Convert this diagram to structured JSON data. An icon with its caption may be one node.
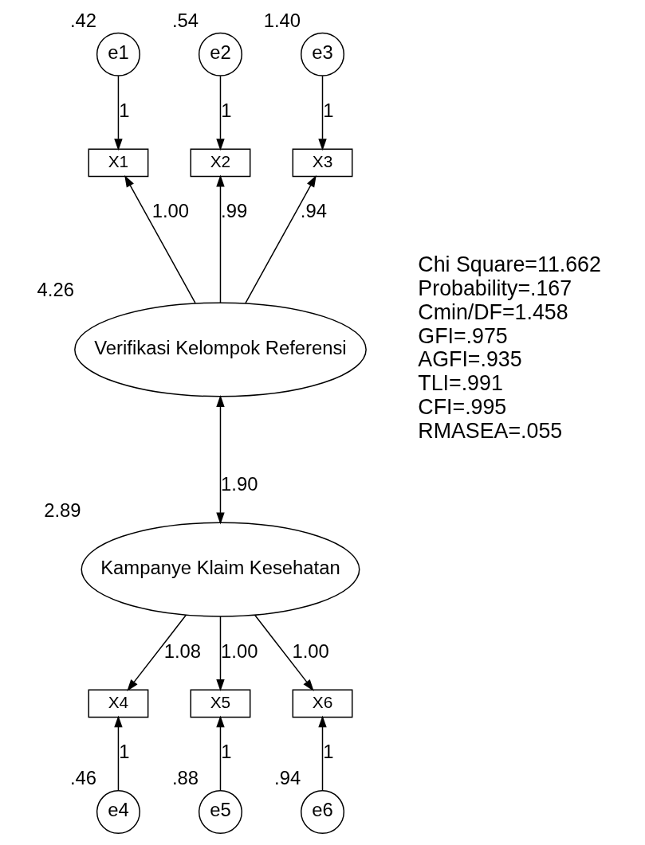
{
  "diagram": {
    "nodes": [
      {
        "text": [
          "e1"
        ],
        "beside": [
          ".42"
        ]
      },
      {
        "text": [
          "e2"
        ],
        "beside": [
          ".54"
        ]
      },
      {
        "text": [
          "e3"
        ],
        "beside": [
          "1.40"
        ]
      },
      {
        "text": [
          "X1"
        ]
      },
      {
        "text": [
          "X2"
        ]
      },
      {
        "text": [
          "X3"
        ]
      },
      {
        "text": [
          "Verifikasi Kelompok Referensi"
        ],
        "beside": [
          "4.26"
        ]
      },
      {
        "text": [
          "Kampanye Klaim Kesehatan"
        ],
        "beside": [
          "2.89"
        ]
      },
      {
        "text": [
          "X4"
        ]
      },
      {
        "text": [
          "X5"
        ]
      },
      {
        "text": [
          "X6"
        ]
      },
      {
        "text": [
          "e4"
        ],
        "beside": [
          ".46"
        ]
      },
      {
        "text": [
          "e5"
        ],
        "beside": [
          ".88"
        ]
      },
      {
        "text": [
          "e6"
        ],
        "beside": [
          ".94"
        ]
      }
    ],
    "edges": [
      {
        "from": 0,
        "to": 3,
        "arrow": "to",
        "label": "1"
      },
      {
        "from": 1,
        "to": 4,
        "arrow": "to",
        "label": "1"
      },
      {
        "from": 2,
        "to": 5,
        "arrow": "to",
        "label": "1"
      },
      {
        "from": 6,
        "to": 3,
        "arrow": "to",
        "label": "1.00"
      },
      {
        "from": 6,
        "to": 4,
        "arrow": "to",
        "label": ".99"
      },
      {
        "from": 6,
        "to": 5,
        "arrow": "to",
        "label": ".94"
      },
      {
        "from": 6,
        "to": 7,
        "arrow": "both",
        "label": "1.90"
      },
      {
        "from": 7,
        "to": 8,
        "arrow": "to",
        "label": "1.08"
      },
      {
        "from": 7,
        "to": 9,
        "arrow": "to",
        "label": "1.00"
      },
      {
        "from": 7,
        "to": 10,
        "arrow": "to",
        "label": "1.00"
      },
      {
        "from": 11,
        "to": 8,
        "arrow": "to",
        "label": "1"
      },
      {
        "from": 12,
        "to": 9,
        "arrow": "to",
        "label": "1"
      },
      {
        "from": 13,
        "to": 10,
        "arrow": "to",
        "label": "1"
      }
    ],
    "labels": [
      "Chi Square=11.662",
      "Probability=.167",
      "Cmin/DF=1.458",
      "GFI=.975",
      "AGFI=.935",
      "TLI=.991",
      "CFI=.995",
      "RMASEA=.055"
    ]
  }
}
